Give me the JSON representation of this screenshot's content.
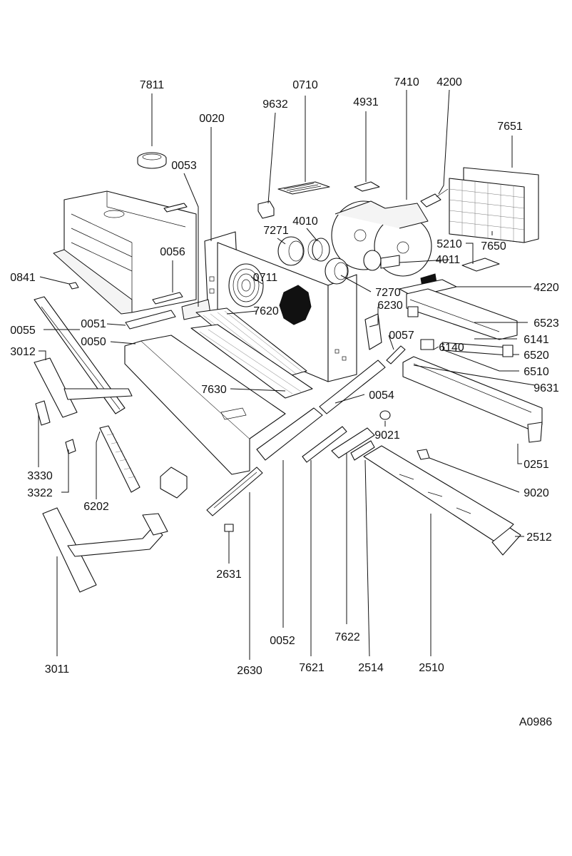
{
  "figure_code": "A0986",
  "labels": {
    "l7811": "7811",
    "l0710": "0710",
    "l7410": "7410",
    "l4200": "4200",
    "l0020": "0020",
    "l9632": "9632",
    "l4931": "4931",
    "l7651": "7651",
    "l0053": "0053",
    "l7271": "7271",
    "l4010": "4010",
    "l7650": "7650",
    "l0056": "0056",
    "l5210": "5210",
    "l4011": "4011",
    "l0841": "0841",
    "l0711": "0711",
    "l7270": "7270",
    "l4220": "4220",
    "l7620": "7620",
    "l6230": "6230",
    "l0051": "0051",
    "l6523": "6523",
    "l0055": "0055",
    "l0057": "0057",
    "l6141": "6141",
    "l0050": "0050",
    "l6140": "6140",
    "l6520": "6520",
    "l3012": "3012",
    "l6510": "6510",
    "l9631": "9631",
    "l7630": "7630",
    "l0054": "0054",
    "l9021": "9021",
    "l3330": "3330",
    "l0251": "0251",
    "l3322": "3322",
    "l9020": "9020",
    "l6202": "6202",
    "l2512": "2512",
    "l2631": "2631",
    "l0052": "0052",
    "l7622": "7622",
    "l3011": "3011",
    "l2630": "2630",
    "l7621": "7621",
    "l2514": "2514",
    "l2510": "2510"
  }
}
